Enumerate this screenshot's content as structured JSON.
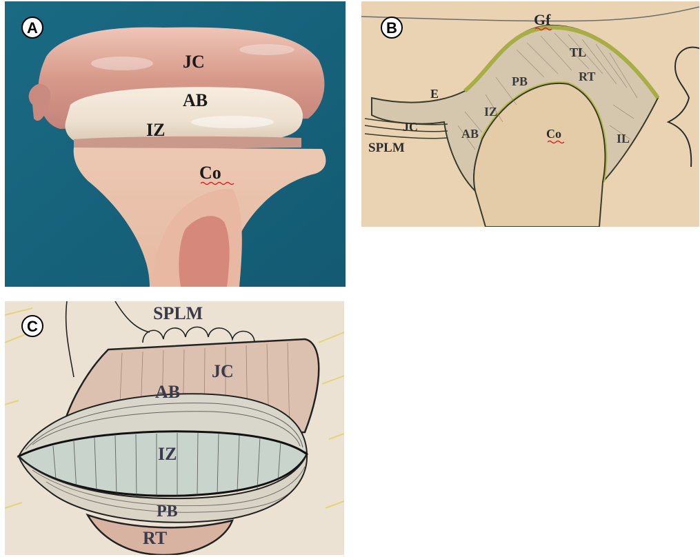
{
  "panels": {
    "a": {
      "badge": "A",
      "labels": {
        "jc": "JC",
        "ab": "AB",
        "iz": "IZ",
        "co": "Co"
      }
    },
    "b": {
      "badge": "B",
      "labels": {
        "gf": "Gf",
        "tl": "TL",
        "rt": "RT",
        "pb": "PB",
        "e": "E",
        "iz": "IZ",
        "jc": "JC",
        "ab": "AB",
        "co": "Co",
        "splm": "SPLM",
        "il": "IL"
      }
    },
    "c": {
      "badge": "C",
      "labels": {
        "splm": "SPLM",
        "jc": "JC",
        "ab": "AB",
        "iz": "IZ",
        "pb": "PB",
        "rt": "RT"
      }
    }
  },
  "colors": {
    "background_a": "#1d6f86",
    "background_b": "#e3c9a6",
    "background_c": "#e9dfd2",
    "tissue_green": "#b6b94c"
  }
}
